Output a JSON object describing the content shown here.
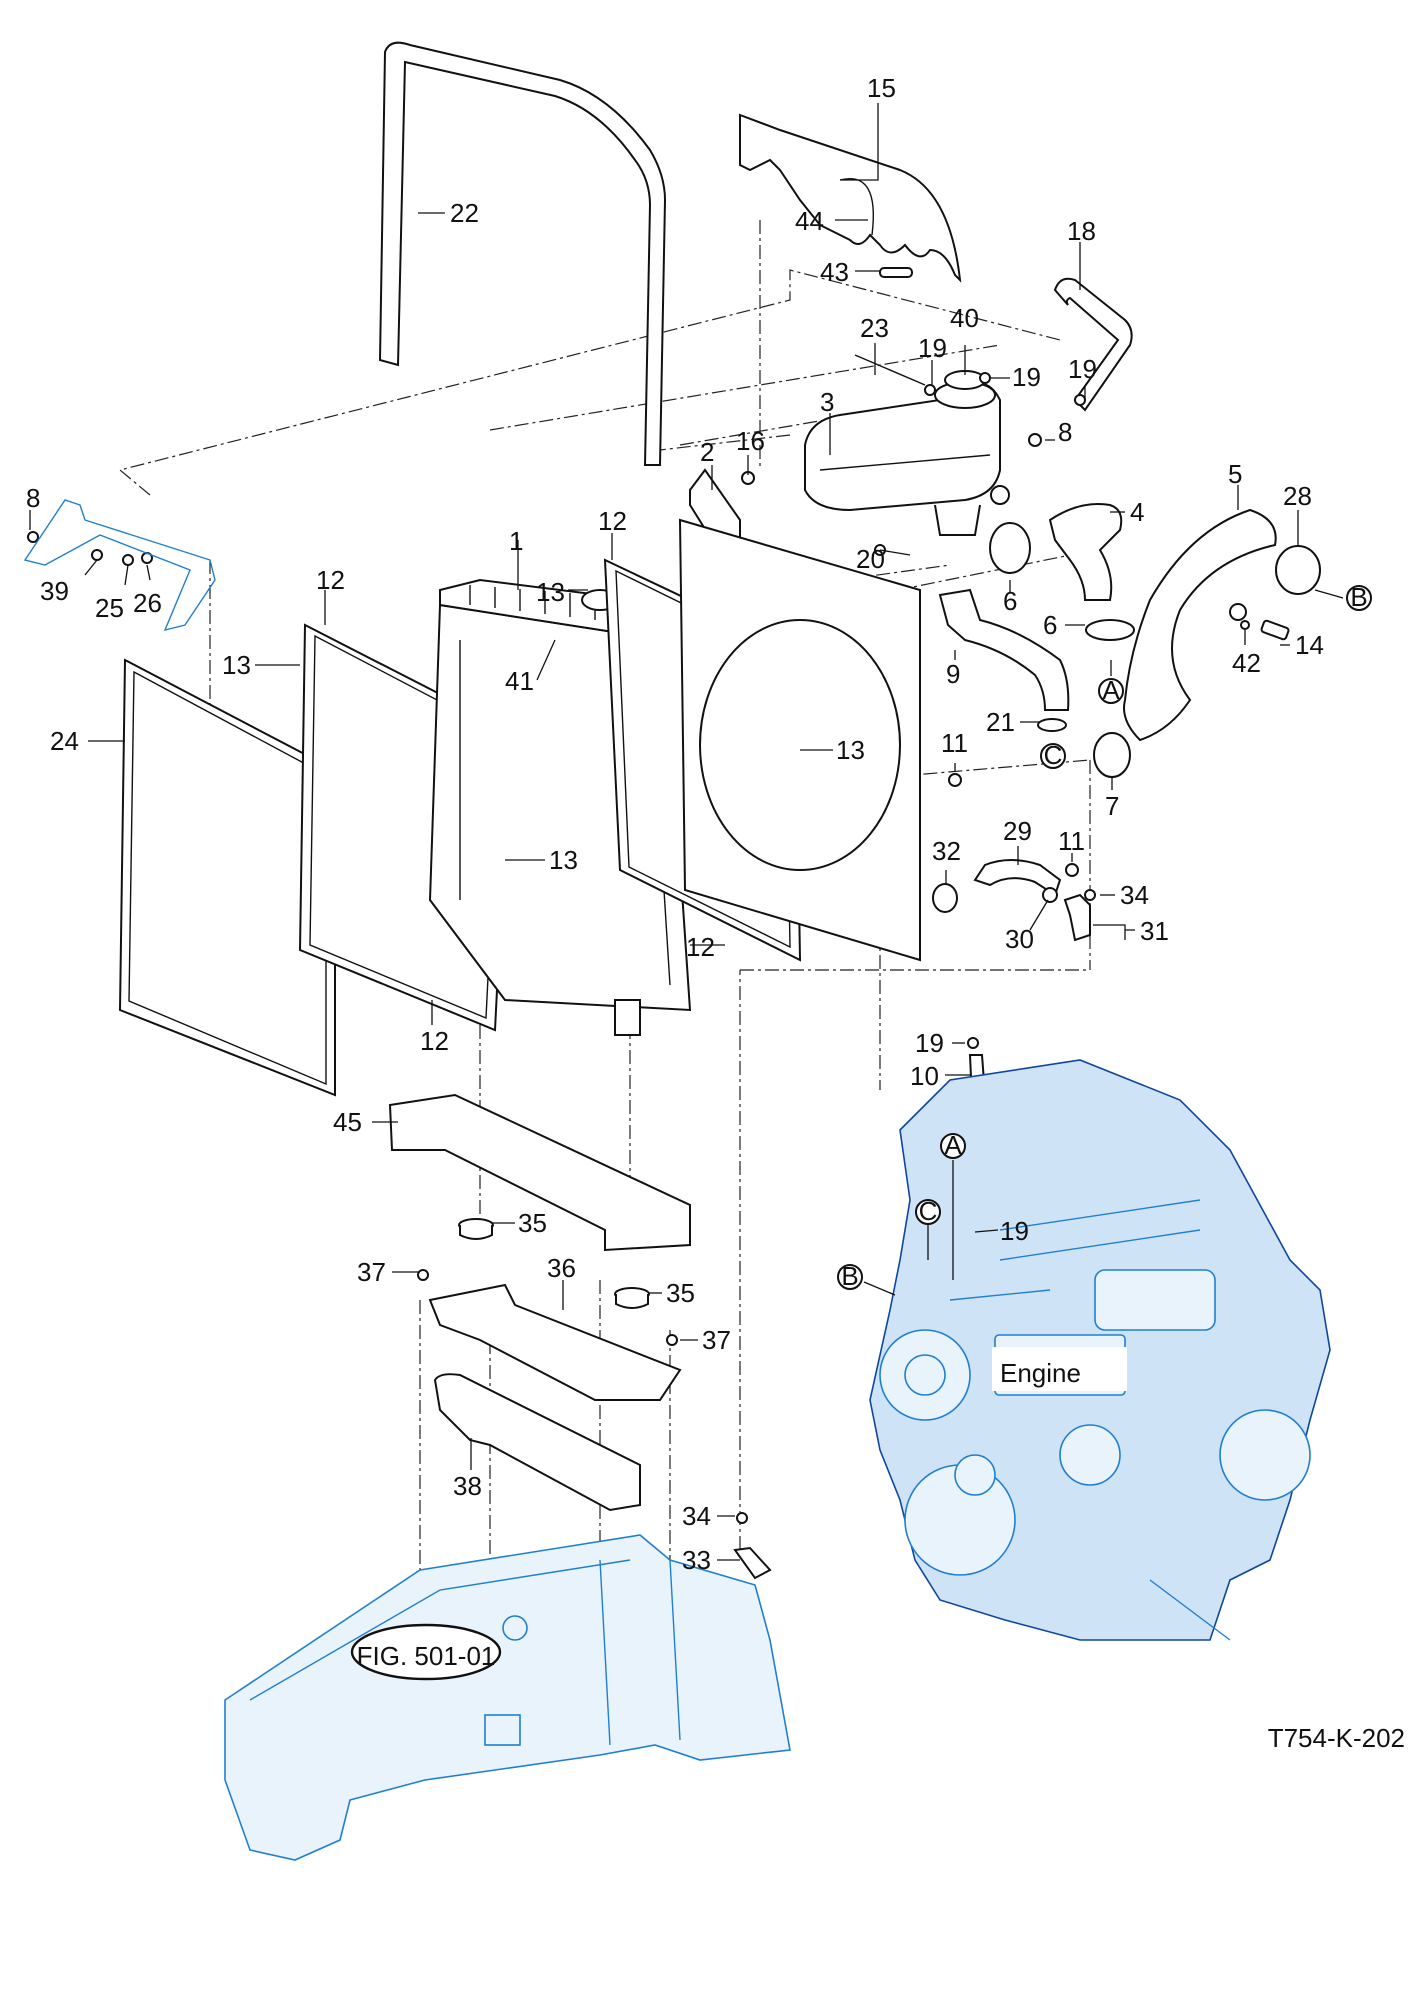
{
  "drawing_code": "T754-K-202",
  "figure_ref": "FIG. 501-01",
  "engine_label": "Engine",
  "connection_markers": [
    "A",
    "B",
    "C"
  ],
  "callouts": [
    "1",
    "2",
    "3",
    "4",
    "5",
    "6",
    "7",
    "8",
    "9",
    "10",
    "11",
    "12",
    "13",
    "14",
    "15",
    "16",
    "18",
    "19",
    "20",
    "21",
    "22",
    "23",
    "24",
    "25",
    "26",
    "28",
    "29",
    "30",
    "31",
    "32",
    "33",
    "34",
    "35",
    "36",
    "37",
    "38",
    "39",
    "40",
    "41",
    "42",
    "43",
    "44",
    "45"
  ],
  "colors": {
    "line_art": "#111111",
    "chassis_blue": "#1f7fd1",
    "engine_blue": "#0d47a1",
    "background": "#ffffff"
  }
}
